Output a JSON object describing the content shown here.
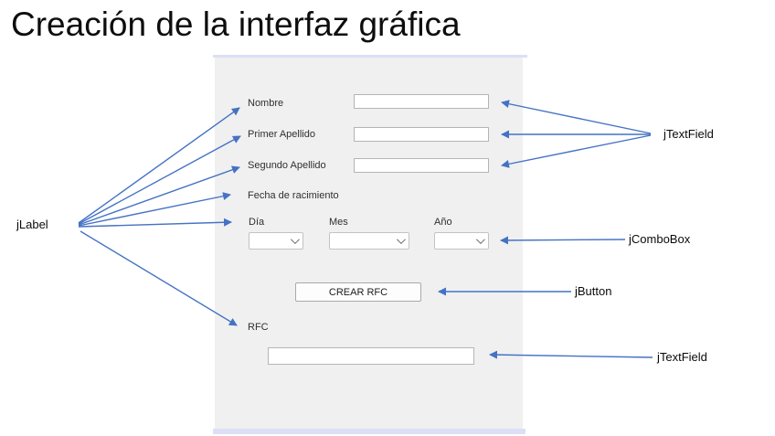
{
  "title": "Creación de la interfaz gráfica",
  "panel": {
    "fields": [
      {
        "label": "Nombre",
        "value": ""
      },
      {
        "label": "Primer Apellido",
        "value": ""
      },
      {
        "label": "Segundo Apellido",
        "value": ""
      }
    ],
    "birthdate": {
      "label": "Fecha de racimiento",
      "combos": [
        {
          "label": "Día",
          "value": ""
        },
        {
          "label": "Mes",
          "value": ""
        },
        {
          "label": "Año",
          "value": ""
        }
      ]
    },
    "button_label": "CREAR RFC",
    "rfc": {
      "label": "RFC",
      "value": ""
    }
  },
  "annotations": {
    "jlabel": "jLabel",
    "jtextfield_top": "jTextField",
    "jcombobox": "jComboBox",
    "jbutton": "jButton",
    "jtextfield_bottom": "jTextField"
  },
  "colors": {
    "arrow": "#4472c4",
    "panel_bg": "#f0f0f1",
    "panel_strip": "#dcdff5"
  }
}
